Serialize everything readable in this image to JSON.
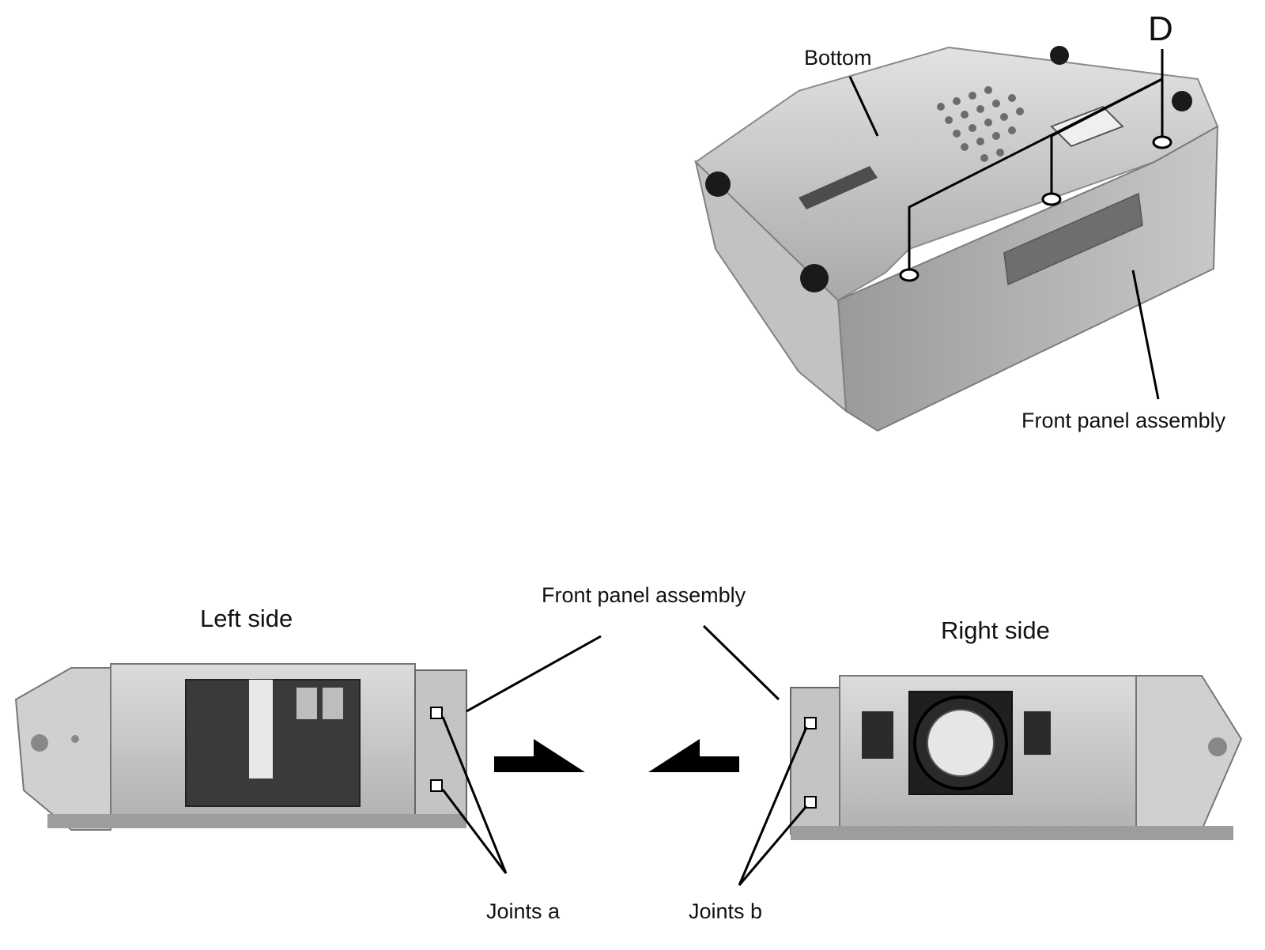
{
  "labels": {
    "d": "D",
    "bottom": "Bottom",
    "front_panel_top": "Front panel assembly",
    "front_panel_bottom": "Front panel assembly",
    "left_side": "Left side",
    "right_side": "Right side",
    "joints_a": "Joints a",
    "joints_b": "Joints b"
  },
  "colors": {
    "background": "#ffffff",
    "ink": "#111111",
    "unit_light": "#d9d9d9",
    "unit_mid": "#b8b8b8",
    "unit_dark": "#8e8e8e",
    "arrow": "#000000"
  }
}
